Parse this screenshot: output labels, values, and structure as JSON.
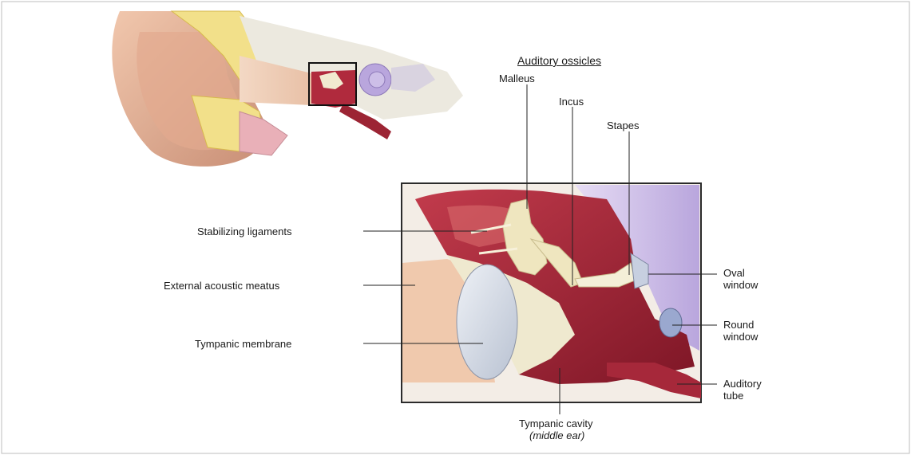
{
  "diagram": {
    "labels": {
      "auditory_ossicles": "Auditory ossicles",
      "malleus": "Malleus",
      "incus": "Incus",
      "stapes": "Stapes",
      "stabilizing_ligaments": "Stabilizing ligaments",
      "external_acoustic_meatus": "External acoustic meatus",
      "tympanic_membrane": "Tympanic membrane",
      "tympanic_cavity": "Tympanic cavity",
      "middle_ear": "(middle ear)",
      "oval_window_1": "Oval",
      "oval_window_2": "window",
      "round_window_1": "Round",
      "round_window_2": "window",
      "auditory_tube_1": "Auditory",
      "auditory_tube_2": "tube"
    },
    "colors": {
      "skin": "#e9b79a",
      "cartilage": "#f2e08a",
      "bone": "#f4efcf",
      "canal": "#d9b4a0",
      "cavity_red": "#a8283a",
      "cavity_dark": "#7a1424",
      "membrane": "#dfe4ee",
      "inner_ear": "#c9b8e6",
      "ossicle": "#efe6bf",
      "leader": "#222222"
    }
  }
}
